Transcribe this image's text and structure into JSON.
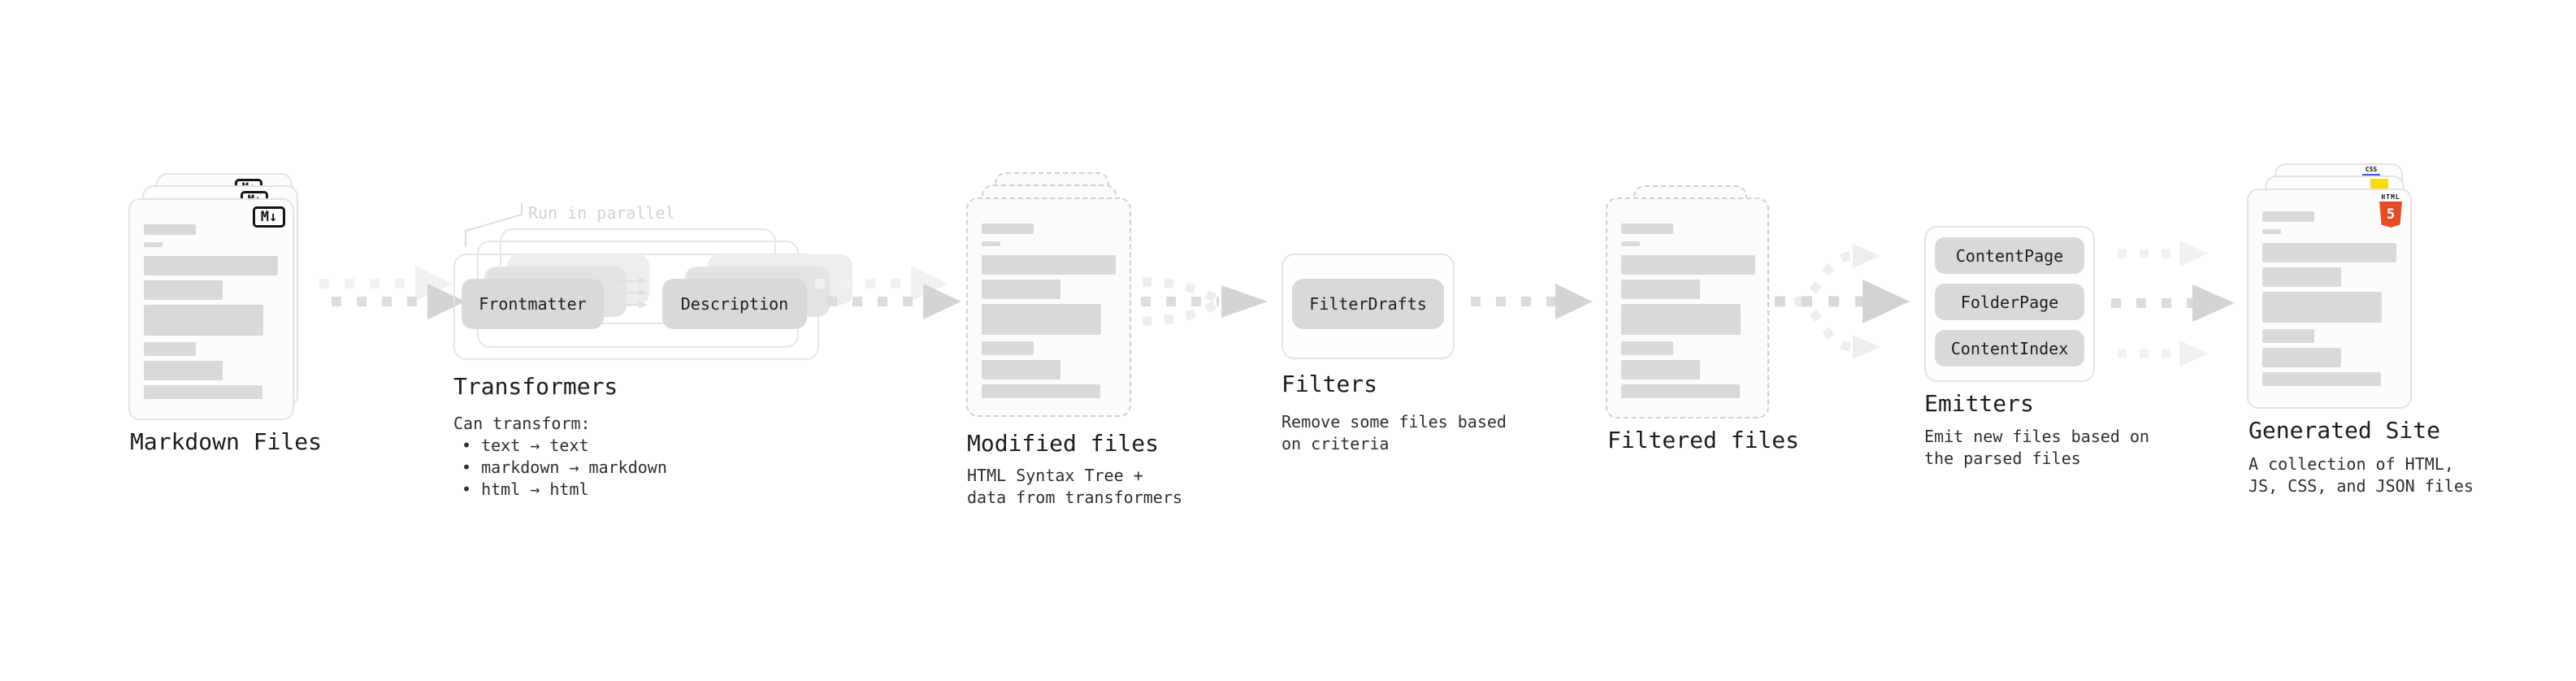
{
  "diagram": {
    "stage_markdown": {
      "title": "Markdown Files",
      "badge": "M↓"
    },
    "stage_transformers": {
      "title": "Transformers",
      "annotation": "Run in parallel",
      "pill_source": "Frontmatter",
      "pill_target": "Description",
      "subtitle": "Can transform:",
      "bullets": [
        "• text → text",
        "• markdown → markdown",
        "• html → html"
      ]
    },
    "stage_modified": {
      "title": "Modified files",
      "description_lines": [
        "HTML Syntax Tree +",
        "data from transformers"
      ]
    },
    "stage_filters": {
      "title": "Filters",
      "pill": "FilterDrafts",
      "description_lines": [
        "Remove some files based",
        "on criteria"
      ]
    },
    "stage_filtered": {
      "title": "Filtered files"
    },
    "stage_emitters": {
      "title": "Emitters",
      "pills": [
        "ContentPage",
        "FolderPage",
        "ContentIndex"
      ],
      "description_lines": [
        "Emit new files based on",
        "the parsed files"
      ]
    },
    "stage_generated": {
      "title": "Generated Site",
      "badges": {
        "css": "CSS",
        "html": "HTML",
        "html_number": "5"
      },
      "description_lines": [
        "A collection of HTML,",
        "JS, CSS, and JSON files"
      ]
    }
  },
  "colors": {
    "heading_text": "#1c1c1c",
    "body_text": "#2d2d2d",
    "annotation_text": "#d2d2d2",
    "pill_fill": "#d9d9d9",
    "skeleton_bar": "#d9d9d9",
    "card_border": "#e3e3e3",
    "dashed_border": "#cfcfcf",
    "arrow_dark": "#d9d9d9",
    "arrow_light": "#f1f1f1",
    "markdown_badge": "#141414",
    "html5_orange": "#e44d26",
    "js_yellow": "#f5dd08",
    "css_blue": "#2862e9"
  }
}
